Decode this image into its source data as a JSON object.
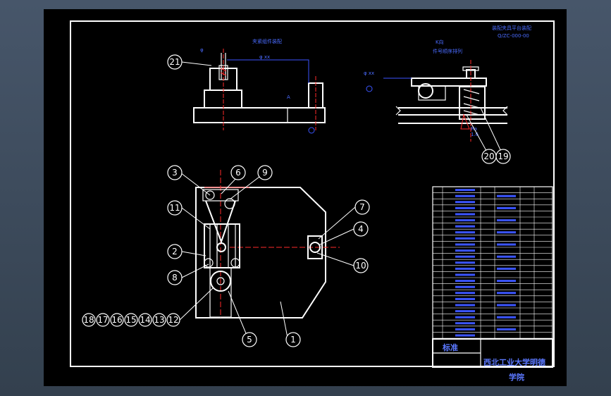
{
  "drawing": {
    "header_title": "装配夹具平台装配",
    "header_code": "Q/ZC-000-00",
    "top_view_note": "夹紧组件装配",
    "right_view_note_1": "K向",
    "right_view_note_2": "件号顺序排列",
    "title_block": {
      "designer_label": "标准",
      "school_line_1": "西北工业大学明德",
      "school_line_2": "学院"
    }
  },
  "balloons": {
    "top": [
      "21"
    ],
    "right": [
      "20",
      "19"
    ],
    "plan": [
      "3",
      "6",
      "9",
      "11",
      "2",
      "8",
      "7",
      "4",
      "10",
      "1",
      "5"
    ],
    "bottom_row": [
      "18",
      "17",
      "16",
      "15",
      "14",
      "13",
      "12"
    ]
  },
  "colors": {
    "background": "#3c4a5a",
    "sheet": "#000000",
    "outline": "#ffffff",
    "centerline": "#ff2a2a",
    "annotation": "#3b55ff"
  }
}
